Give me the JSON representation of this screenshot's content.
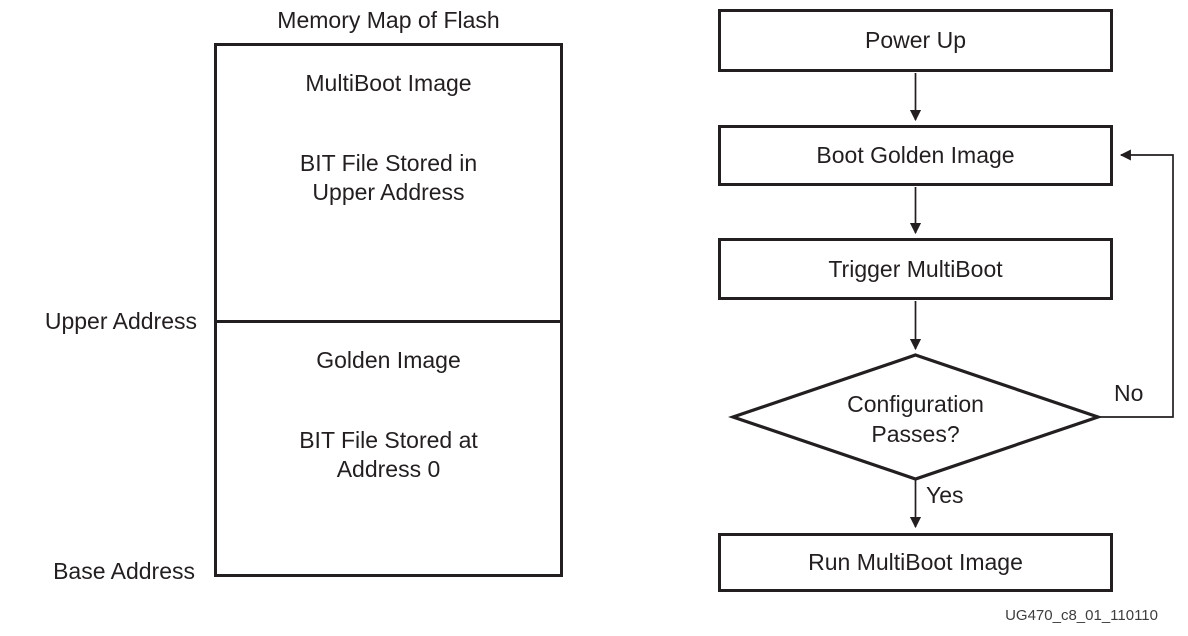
{
  "memory_map": {
    "title": "Memory Map of Flash",
    "upper_address_label": "Upper Address",
    "base_address_label": "Base Address",
    "upper_section": {
      "label": "MultiBoot Image",
      "desc_line1": "BIT File Stored in",
      "desc_line2": "Upper Address"
    },
    "lower_section": {
      "label": "Golden Image",
      "desc_line1": "BIT File Stored at",
      "desc_line2": "Address 0"
    }
  },
  "flowchart": {
    "power_up": {
      "label": "Power Up"
    },
    "boot_golden_image": {
      "label": "Boot Golden Image"
    },
    "trigger_multiboot": {
      "label": "Trigger MultiBoot"
    },
    "decision": {
      "line1": "Configuration",
      "line2": "Passes?"
    },
    "run_multiboot": {
      "label": "Run MultiBoot Image"
    },
    "yes_label": "Yes",
    "no_label": "No"
  },
  "caption": "UG470_c8_01_110110",
  "colors": {
    "line": "#231f20",
    "background": "#ffffff"
  }
}
